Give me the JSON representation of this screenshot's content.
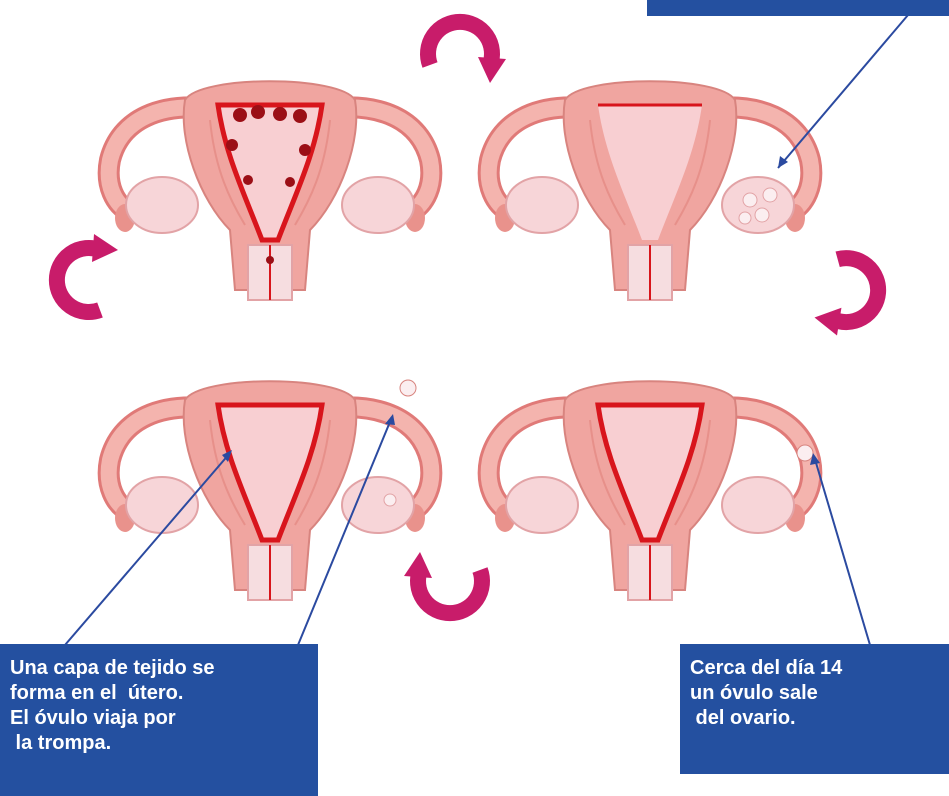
{
  "colors": {
    "callout_bg": "#2450a0",
    "callout_text": "#ffffff",
    "cycle_arrow": "#c81c6a",
    "tissue": "#f0a5a0",
    "tissue_dark": "#e07a78",
    "lining": "#d8151c",
    "ovary": "#f7d5d8",
    "pointer_line": "#2b4aa0"
  },
  "callouts": {
    "top": {
      "lines": []
    },
    "left": {
      "lines": [
        "Una capa de tejido se",
        "forma en el  útero.",
        "El óvulo viaja por",
        " la trompa."
      ]
    },
    "right": {
      "lines": [
        "Cerca del día 14",
        "un óvulo sale",
        " del ovario."
      ]
    }
  },
  "diagram": {
    "stages": [
      "menstruation",
      "follicle-growth",
      "lining-thickens-ovum-in-tube",
      "ovulation"
    ],
    "cycle_arrows": 4
  }
}
